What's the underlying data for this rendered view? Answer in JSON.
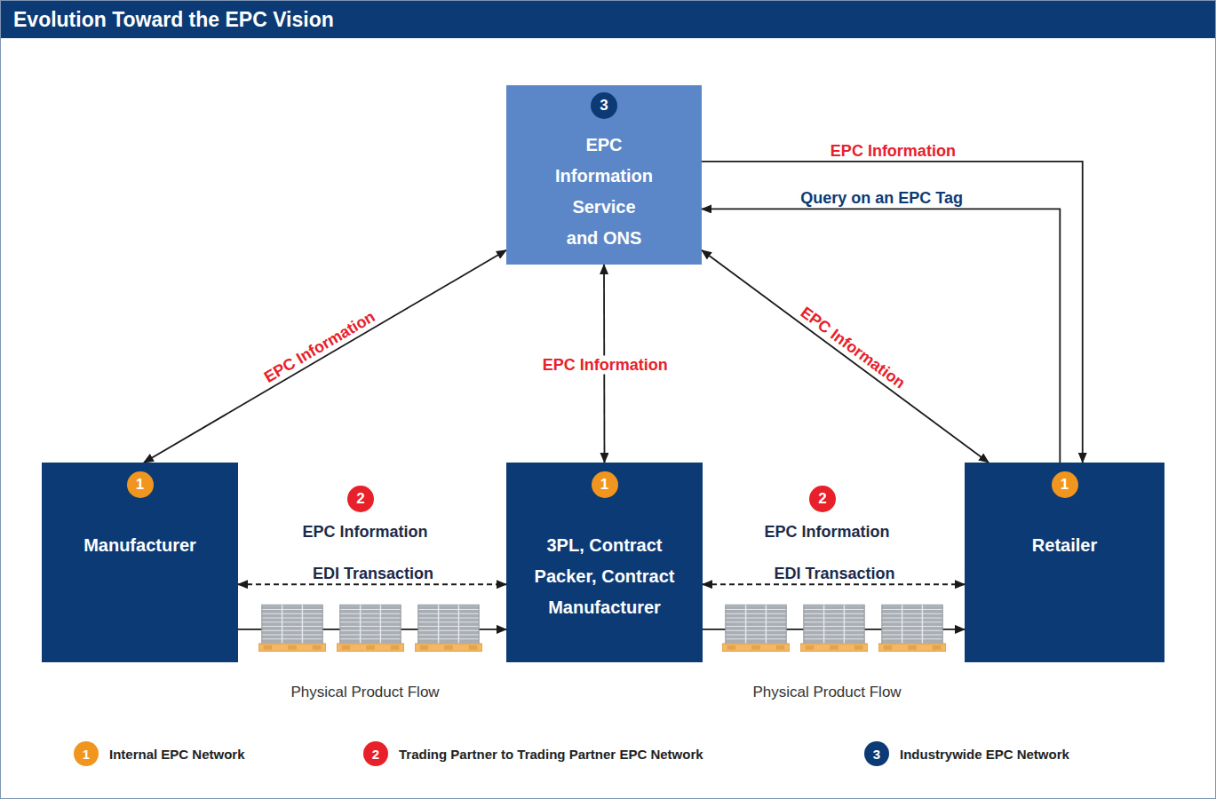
{
  "diagram": {
    "title": "Evolution Toward the EPC Vision",
    "nodes": [
      {
        "text": [
          "3",
          "EPC Information Service and ONS"
        ]
      },
      {
        "text": [
          "1",
          "Manufacturer"
        ]
      },
      {
        "text": [
          "1",
          "3PL, Contract Packer, Contract Manufacturer"
        ]
      },
      {
        "text": [
          "1",
          "Retailer"
        ]
      }
    ],
    "edges": [
      {
        "from": 1,
        "to": 0,
        "label": "EPC Information",
        "arrow": "both"
      },
      {
        "from": 2,
        "to": 0,
        "label": "EPC Information",
        "arrow": "both"
      },
      {
        "from": 3,
        "to": 0,
        "label": "EPC Information",
        "arrow": "both"
      },
      {
        "from": 0,
        "to": 3,
        "label": "EPC Information",
        "arrow": "to"
      },
      {
        "from": 3,
        "to": 0,
        "label": "Query on an EPC Tag",
        "arrow": "to"
      },
      {
        "from": 1,
        "to": 2,
        "label": "EDI Transaction",
        "arrow": "both"
      },
      {
        "from": 2,
        "to": 3,
        "label": "EDI Transaction",
        "arrow": "both"
      },
      {
        "from": 1,
        "to": 2,
        "arrow": "to"
      },
      {
        "from": 2,
        "to": 3,
        "arrow": "to"
      }
    ],
    "labels": [
      "2",
      "EPC Information",
      "Physical Product Flow",
      "2",
      "EPC Information",
      "Physical Product Flow",
      "1",
      "2",
      "3"
    ],
    "legend": [
      {
        "text": "Internal EPC Network",
        "color": "#f0961e"
      },
      {
        "text": "Trading Partner to Trading Partner EPC Network",
        "color": "#e8202a"
      },
      {
        "text": "Industrywide EPC Network",
        "color": "#0b3a75"
      }
    ]
  }
}
